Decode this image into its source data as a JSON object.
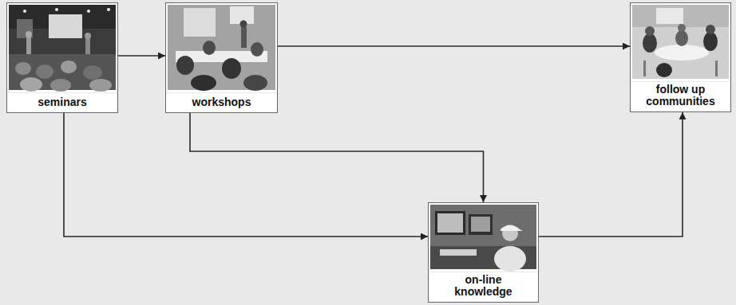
{
  "diagram": {
    "nodes": [
      {
        "text": [
          "seminars"
        ]
      },
      {
        "text": [
          "workshops"
        ]
      },
      {
        "text": [
          "follow up communities"
        ]
      },
      {
        "text": [
          "on-line knowledge"
        ]
      }
    ],
    "edges": [
      {
        "from": 0,
        "to": 1,
        "arrow": "to"
      },
      {
        "from": 1,
        "to": 2,
        "arrow": "to"
      },
      {
        "from": 1,
        "to": 3,
        "arrow": "to"
      },
      {
        "from": 0,
        "to": 3,
        "arrow": "to"
      },
      {
        "from": 3,
        "to": 2,
        "arrow": "to"
      }
    ]
  }
}
